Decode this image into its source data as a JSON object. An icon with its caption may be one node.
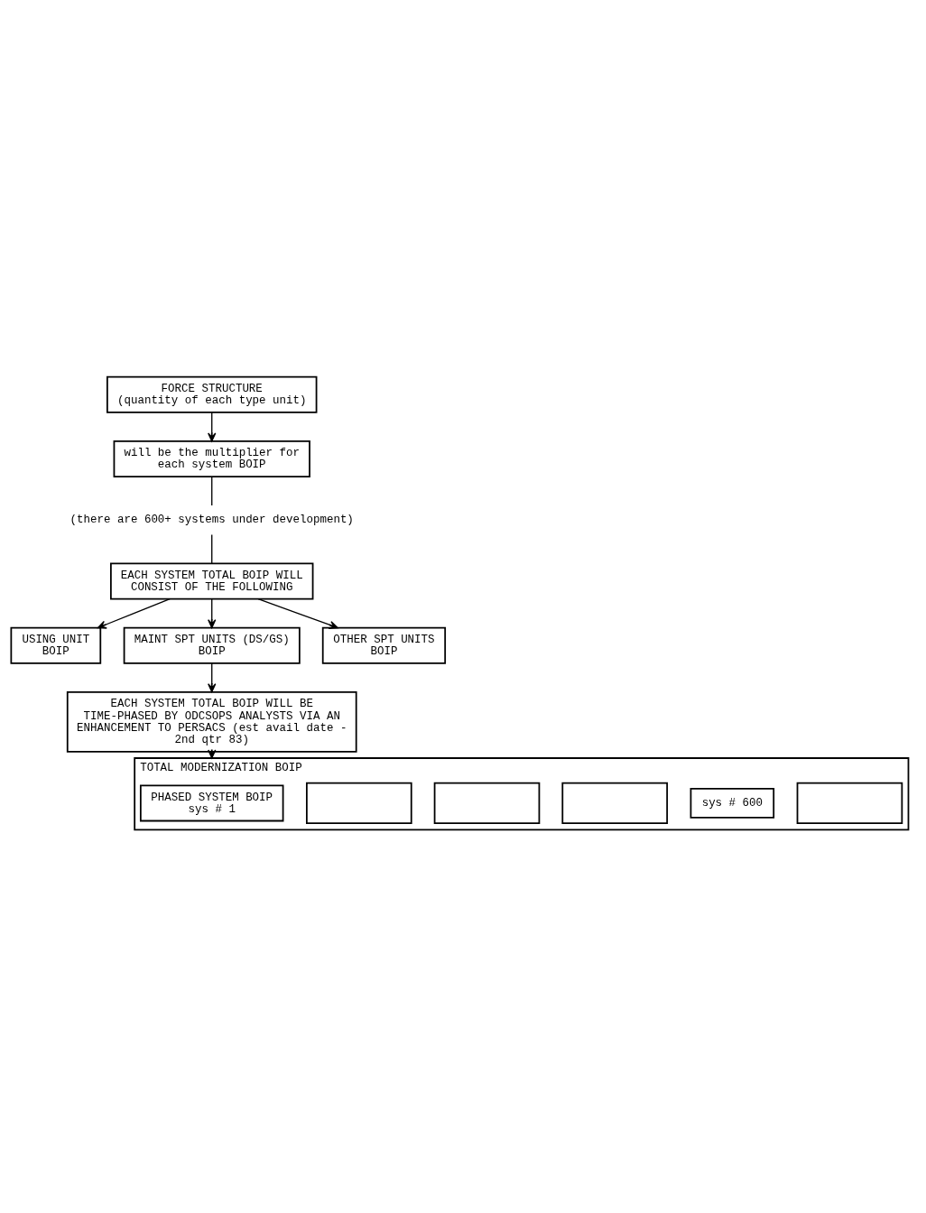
{
  "diagram": {
    "nodes": [
      {
        "text": [
          "FORCE STRUCTURE",
          "(quantity of each type unit)"
        ]
      },
      {
        "text": [
          "will be the multiplier for each system BOIP"
        ]
      },
      {
        "text": [
          "(there are 600+ systems under development)"
        ]
      },
      {
        "text": [
          "EACH SYSTEM TOTAL BOIP WILL CONSIST OF THE FOLLOWING"
        ]
      },
      {
        "text": [
          "USING UNIT",
          "BOIP"
        ]
      },
      {
        "text": [
          "MAINT SPT UNITS (DS/GS)",
          "BOIP"
        ]
      },
      {
        "text": [
          "OTHER SPT UNITS",
          "BOIP"
        ]
      },
      {
        "text": [
          "EACH SYSTEM TOTAL BOIP WILL BE TIME-PHASED BY ODCSOPS ANALYSTS VIA AN ENHANCEMENT TO PERSACS (est avail date - 2nd qtr 83)"
        ]
      },
      {
        "text": [
          "TOTAL MODERNIZATION BOIP"
        ]
      },
      {
        "text": [
          "PHASED SYSTEM BOIP",
          "sys # 1"
        ],
        "in": 8
      },
      {
        "text": [],
        "shape": "box",
        "in": 8
      },
      {
        "text": [],
        "shape": "box",
        "in": 8
      },
      {
        "text": [],
        "shape": "box",
        "in": 8
      },
      {
        "text": [
          "sys # 600"
        ],
        "in": 8
      },
      {
        "text": [],
        "shape": "box",
        "in": 8
      }
    ],
    "edges": [
      {
        "from": 0,
        "to": 1,
        "arrow": "to"
      },
      {
        "from": 1,
        "to": 2,
        "arrow": "none"
      },
      {
        "from": 2,
        "to": 3,
        "arrow": "none"
      },
      {
        "from": 3,
        "to": 4,
        "arrow": "to"
      },
      {
        "from": 3,
        "to": 5,
        "arrow": "to"
      },
      {
        "from": 3,
        "to": 6,
        "arrow": "to"
      },
      {
        "from": 5,
        "to": 7,
        "arrow": "to"
      },
      {
        "from": 7,
        "to": 8,
        "arrow": "to"
      }
    ]
  }
}
